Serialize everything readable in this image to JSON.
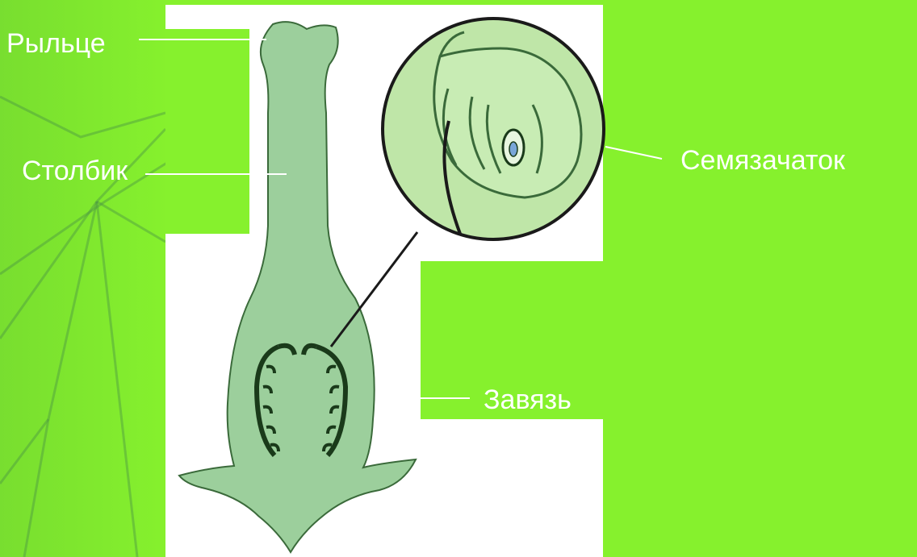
{
  "labels": {
    "stigma": "Рыльце",
    "style": "Столбик",
    "ovule": "Семязачаток",
    "ovary": "Завязь"
  },
  "colors": {
    "background": "#86f12d",
    "panel": "#ffffff",
    "pistil": "#9ccf9c",
    "ink": "#1a3a1a",
    "label": "#ffffff"
  }
}
